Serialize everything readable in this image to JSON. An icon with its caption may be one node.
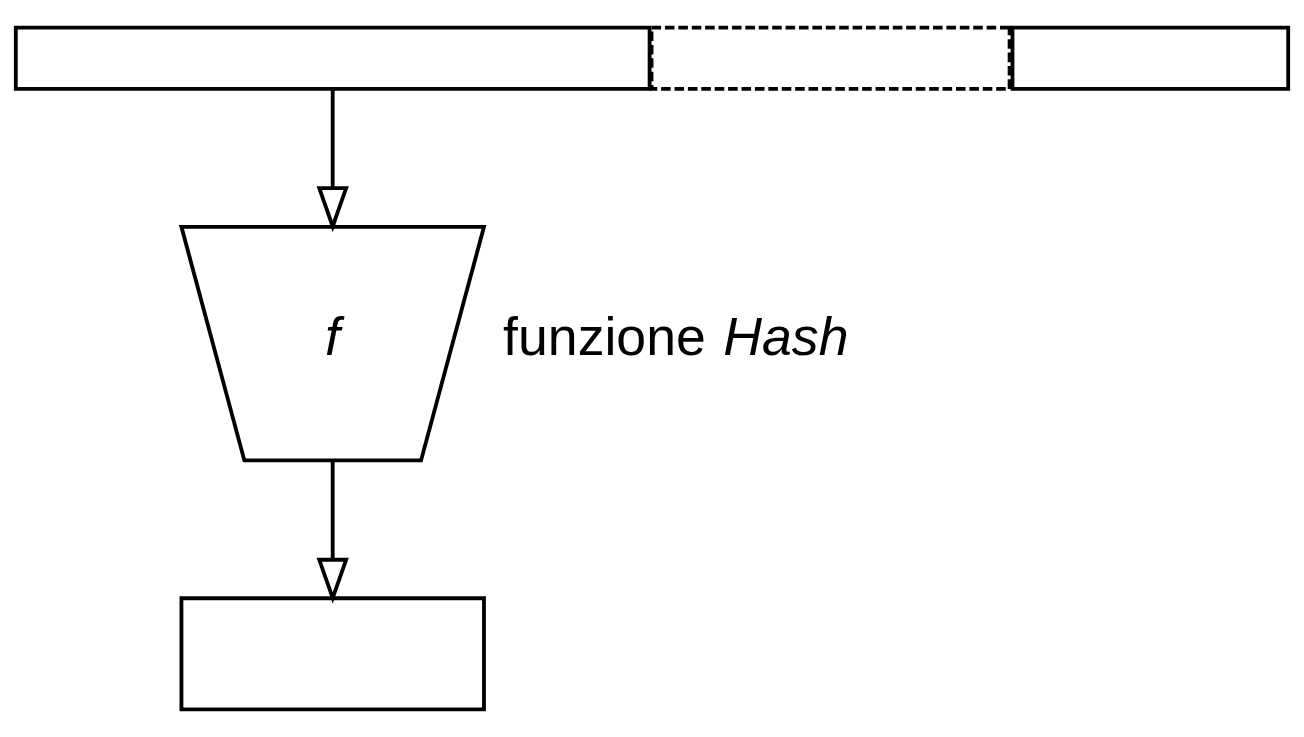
{
  "diagram": {
    "nodes": [
      {
        "text": [],
        "shape": "box"
      },
      {
        "text": [],
        "shape": "box"
      },
      {
        "text": [],
        "shape": "box"
      },
      {
        "text": [
          "f"
        ],
        "beside": [
          "funzione *Hash*"
        ]
      },
      {
        "text": [],
        "shape": "box"
      }
    ],
    "edges": [
      {
        "from": 0,
        "to": 3,
        "arrow": "to"
      },
      {
        "from": 3,
        "to": 4,
        "arrow": "to"
      }
    ]
  }
}
